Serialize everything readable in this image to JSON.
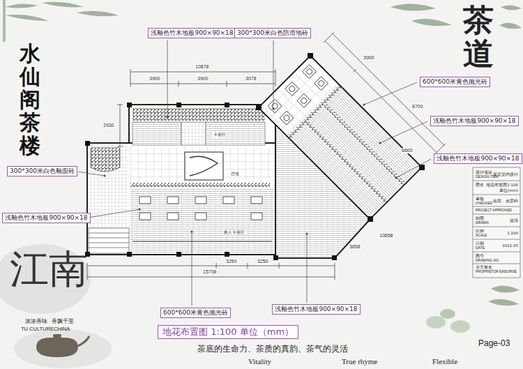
{
  "diagram": {
    "title": "水仙阁茶楼",
    "caption": "地花布置图 1:100 单位（mm）",
    "nodes": [
      {
        "text": [
          "浅釉色竹木地板900×90×18"
        ]
      },
      {
        "text": [
          "300*300米白色防滑地砖"
        ]
      },
      {
        "text": [
          "600*600米黄色抛光砖"
        ]
      },
      {
        "text": [
          "浅釉色竹木地板900×90×18"
        ]
      },
      {
        "text": [
          "浅釉色竹木地板900×90×18"
        ]
      },
      {
        "text": [
          "300*300米白色釉面砖"
        ]
      },
      {
        "text": [
          "浅釉色竹木地板900×90×18"
        ]
      },
      {
        "text": [
          "600*600米黄色抛光砖"
        ]
      },
      {
        "text": [
          "浅釉色竹木地板900×90×18"
        ]
      }
    ],
    "labels": [
      "茶道",
      "江南",
      "浓浓香味",
      "香飘千里",
      "TU CULTURECHINA",
      "茶底的生命力、茶质的真韵、茶气的灵活",
      "Vitality",
      "True rhyme",
      "Flexible",
      "Page-03",
      "10878",
      "3900",
      "3900",
      "3078",
      "2930",
      "15706",
      "3250",
      "3250",
      "3900",
      "8700",
      "6600",
      "10658",
      "3658",
      "卡座区",
      "过道",
      "散人卡座区",
      "设计项目",
      "DESIGN ITEM",
      "茶室室内设计",
      "图名",
      "地花布置图1:100",
      "单位(mm)",
      "审核",
      "CHECKED",
      "徐茜、金荣科",
      "PROJECT APPROVED",
      "制图",
      "DRAWN",
      "赵清",
      "比例",
      "SCALE",
      "1:100",
      "日期",
      "DATE",
      "2012.05",
      "图号",
      "DRAWING NO.",
      "业主签名",
      "PROPRIETOR ENDORSE"
    ]
  }
}
